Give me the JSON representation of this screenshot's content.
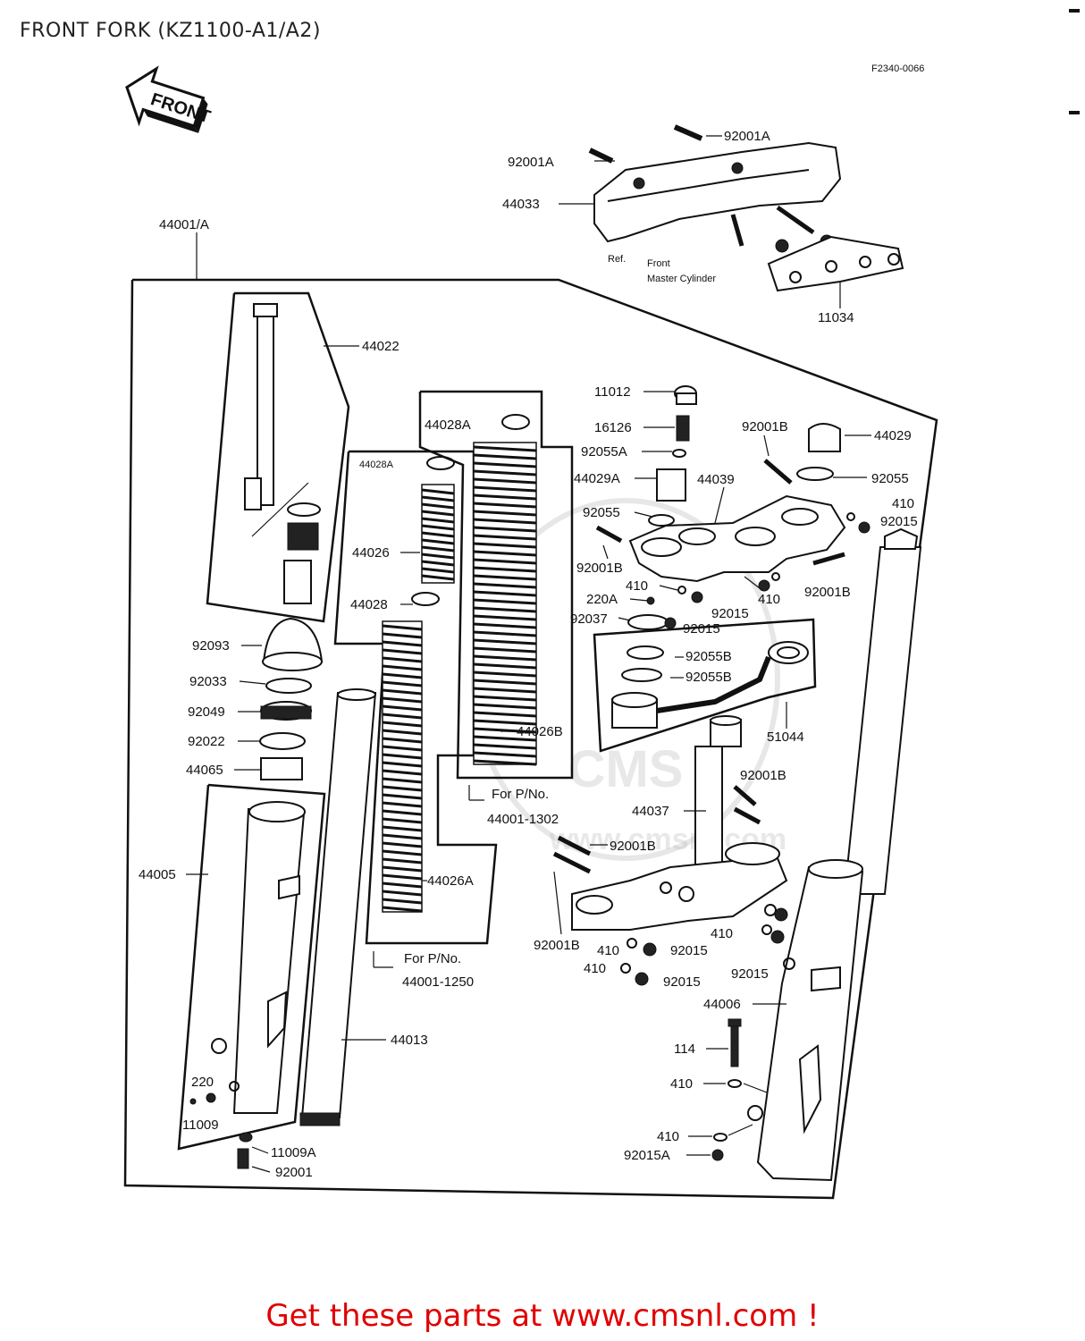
{
  "title": "FRONT FORK (KZ1100-A1/A2)",
  "figure_code": "F2340-0066",
  "front_label": "FRONT",
  "watermark": "www.cmsnl.com",
  "ref_note": {
    "line1": "Ref.",
    "line2": "Front",
    "line3": "Master Cylinder"
  },
  "note_1302": {
    "line1": "For P/No.",
    "line2": "44001-1302"
  },
  "note_1250": {
    "line1": "For P/No.",
    "line2": "44001-1250"
  },
  "parts": {
    "p92001A_a": "92001A",
    "p92001A_b": "92001A",
    "p44033": "44033",
    "p11034": "11034",
    "p44001A": "44001/A",
    "p44022": "44022",
    "p44028A_a": "44028A",
    "p44028A_b": "44028A",
    "p44026": "44026",
    "p44028": "44028",
    "p44026A": "44026A",
    "p44026B": "44026B",
    "p11012": "11012",
    "p16126": "16126",
    "p92055A": "92055A",
    "p44029A": "44029A",
    "p44039": "44039",
    "p92001B_top": "92001B",
    "p44029": "44029",
    "p92055_r": "92055",
    "p410_r": "410",
    "p92015_r": "92015",
    "p92055_l": "92055",
    "p92001B_l": "92001B",
    "p92001B_r": "92001B",
    "p410_m": "410",
    "p220A": "220A",
    "p410_m2": "410",
    "p92015_m": "92015",
    "p92037": "92037",
    "p92015_m2": "92015",
    "p92055B_a": "92055B",
    "p92055B_b": "92055B",
    "p51044": "51044",
    "p92093": "92093",
    "p92033": "92033",
    "p92049": "92049",
    "p92022": "92022",
    "p44065": "44065",
    "p44005": "44005",
    "p44013": "44013",
    "p220": "220",
    "p11009": "11009",
    "p11009A": "11009A",
    "p92001": "92001",
    "p92001B_c": "92001B",
    "p44037": "44037",
    "p92001B_d": "92001B",
    "p92001B_e": "92001B",
    "p410_a": "410",
    "p92015_a": "92015",
    "p410_b": "410",
    "p92015_b": "92015",
    "p410_c": "410",
    "p92015_c": "92015",
    "p44006": "44006",
    "p114": "114",
    "p410_d": "410",
    "p410_e": "410",
    "p92015A": "92015A"
  },
  "footer": "Get these parts at www.cmsnl.com !"
}
